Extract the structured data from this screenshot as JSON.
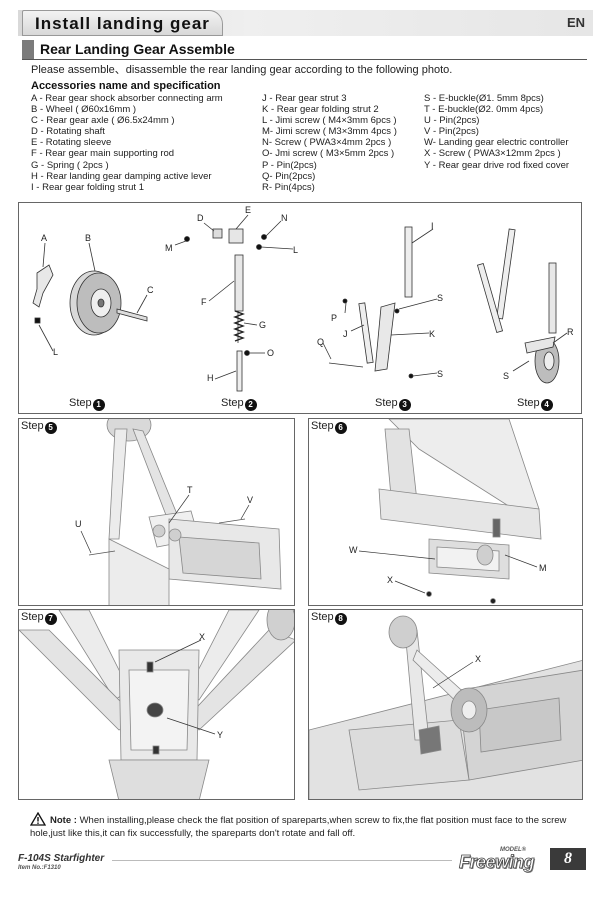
{
  "header": {
    "title": "Install landing gear",
    "lang": "EN"
  },
  "section": {
    "title": "Rear Landing Gear Assemble"
  },
  "intro": "Please assemble、disassemble the rear landing gear according to the following photo.",
  "accessories_title": "Accessories name and specification",
  "accessories": {
    "col1": [
      "A - Rear gear shock absorber connecting arm",
      "B - Wheel ( Ø60x16mm )",
      "C - Rear gear axle ( Ø6.5x24mm )",
      "D - Rotating shaft",
      "E - Rotating sleeve",
      "F - Rear gear main supporting rod",
      "G - Spring ( 2pcs )",
      "H - Rear landing gear damping active lever",
      "I - Rear gear folding strut 1"
    ],
    "col2": [
      "J - Rear gear strut 3",
      "K - Rear gear folding strut 2",
      "L - Jimi screw ( M4×3mm 6pcs )",
      "M- Jimi screw ( M3×3mm 4pcs )",
      "N- Screw ( PWA3×4mm 2pcs )",
      "O- Jmi screw ( M3×5mm 2pcs )",
      "P - Pin(2pcs)",
      "Q- Pin(2pcs)",
      "R- Pin(4pcs)"
    ],
    "col3": [
      "S - E-buckle(Ø1. 5mm 8pcs)",
      "T - E-buckle(Ø2. 0mm 4pcs)",
      "U - Pin(2pcs)",
      "V - Pin(2pcs)",
      "W- Landing gear electric controller",
      "X - Screw ( PWA3×12mm 2pcs )",
      "Y - Rear gear drive rod fixed cover"
    ]
  },
  "steps": [
    {
      "label": "Step",
      "num": "1"
    },
    {
      "label": "Step",
      "num": "2"
    },
    {
      "label": "Step",
      "num": "3"
    },
    {
      "label": "Step",
      "num": "4"
    },
    {
      "label": "Step",
      "num": "5"
    },
    {
      "label": "Step",
      "num": "6"
    },
    {
      "label": "Step",
      "num": "7"
    },
    {
      "label": "Step",
      "num": "8"
    }
  ],
  "callouts": {
    "s1": [
      "A",
      "B",
      "C",
      "L"
    ],
    "s2": [
      "D",
      "E",
      "N",
      "M",
      "L",
      "F",
      "G",
      "O",
      "H"
    ],
    "s3": [
      "I",
      "P",
      "S",
      "J",
      "K",
      "Q",
      "S"
    ],
    "s4": [
      "R",
      "S"
    ],
    "s5": [
      "T",
      "U",
      "V"
    ],
    "s6": [
      "W",
      "X",
      "M"
    ],
    "s7": [
      "X",
      "Y"
    ],
    "s8": [
      "X"
    ]
  },
  "note": {
    "label": "Note :",
    "text": "When installing,please check the flat position of spareparts,when screw to fix,the flat position must face to the screw hole,just like this,it can fix successfully, the spareparts don't rotate and fall off."
  },
  "footer": {
    "model": "F-104S Starfighter",
    "item": "Item No.:F1310",
    "brand": "Freewing",
    "brand_sup": "MODEL®",
    "page": "8"
  }
}
